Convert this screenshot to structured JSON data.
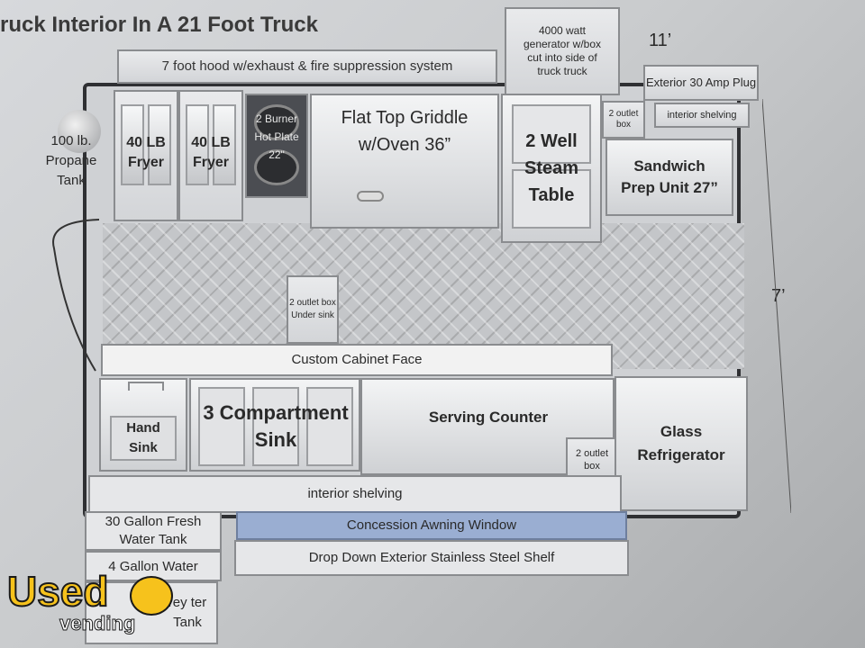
{
  "title": "ruck Interior In A 21 Foot Truck",
  "dimensions": {
    "length": "11’",
    "width": "7’"
  },
  "hood": "7 foot hood w/exhaust & fire suppression system",
  "generator": "4000 watt generator w/box cut into side of truck truck",
  "exterior_plug": "Exterior 30 Amp Plug",
  "interior_shelving_top": "interior shelving",
  "propane": "100 lb. Propane Tank",
  "fryer_1": "40 LB Fryer",
  "fryer_2": "40 LB Fryer",
  "hot_plate": "2 Burner Hot Plate 22\"",
  "griddle": "Flat Top Griddle w/Oven 36”",
  "outlet_box_top": "2 outlet box",
  "steam_table": "2 Well Steam Table",
  "sandwich_prep": "Sandwich Prep Unit 27”",
  "outlet_box_under_sink": "2 outlet box Under sink",
  "cabinet_face": "Custom Cabinet Face",
  "hand_sink": "Hand Sink",
  "compartment_sink": "3 Compartment Sink",
  "serving_counter": "Serving Counter",
  "outlet_box_counter": "2 outlet box",
  "glass_fridge": "Glass Refrigerator",
  "interior_shelving_bottom": "interior shelving",
  "fresh_water_tank": "30 Gallon Fresh Water Tank",
  "water_heater": "4 Gallon Water",
  "grey_water_tank": "rey ter Tank",
  "awning_window": "Concession Awning Window",
  "exterior_shelf": "Drop Down Exterior Stainless Steel Shelf",
  "logo": {
    "used": "Used",
    "vending": "vending"
  },
  "colors": {
    "awning_blue": "#9aaed2",
    "logo_yellow": "#f6c21c"
  }
}
